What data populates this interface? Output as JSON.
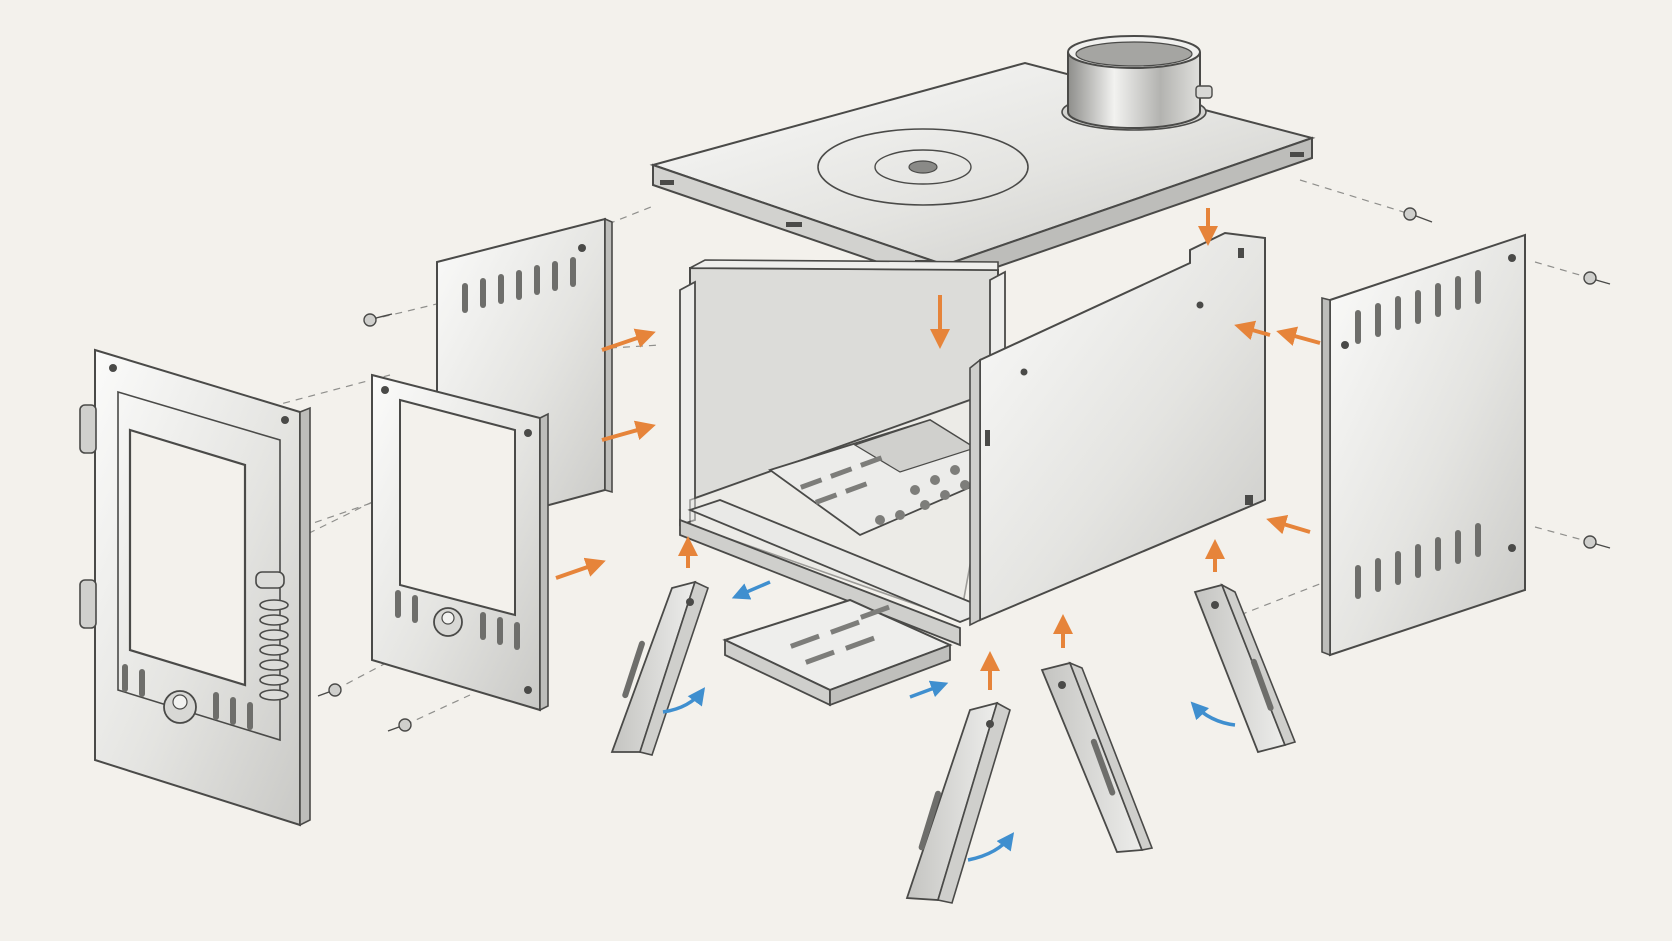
{
  "diagram": {
    "kind": "exploded-assembly-illustration",
    "text_labels": [],
    "colors": {
      "background": "#f3f1ec",
      "metal_light": "#f4f4f2",
      "metal_mid": "#d9d9d6",
      "metal_dark": "#9c9c99",
      "outline": "#4a4a48",
      "guide_line": "#8f8f8c",
      "assembly_arrow": "#e6843a",
      "rotation_arrow": "#3f8fcf"
    },
    "parts": [
      "top-plate-with-cooking-ring-and-chimney-collar",
      "stove-body-box",
      "firebox-grate",
      "ash-tray",
      "back-vented-panel",
      "front-glass-door-frame",
      "front-door-with-handle-and-spring",
      "right-side-vented-panel",
      "right-side-wall",
      "folding-leg-x4",
      "screw-x6"
    ],
    "icons": [
      "assembly-arrow-icon",
      "rotation-arrow-icon",
      "screw-icon",
      "hinge-icon",
      "knob-icon",
      "spring-handle-icon"
    ]
  }
}
